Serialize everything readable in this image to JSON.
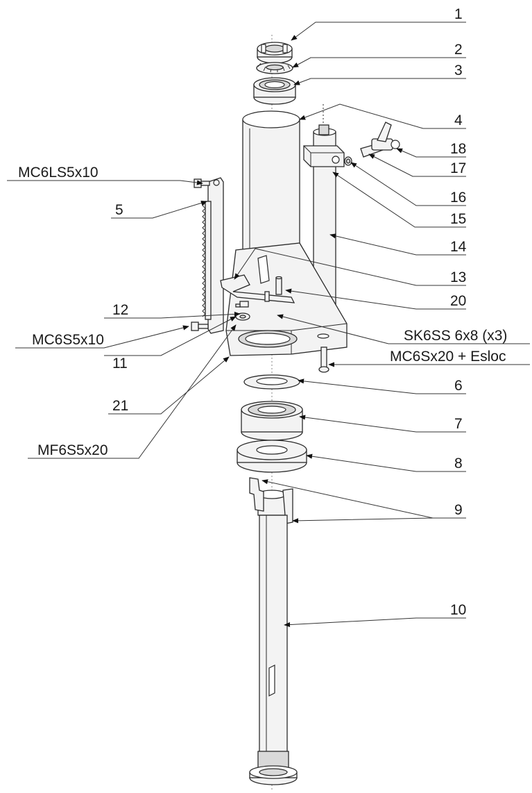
{
  "diagram": {
    "labels": {
      "l1": "1",
      "l2": "2",
      "l3": "3",
      "l4": "4",
      "l5": "5",
      "l6": "6",
      "l7": "7",
      "l8": "8",
      "l9": "9",
      "l10": "10",
      "l11": "11",
      "l12": "12",
      "l13": "13",
      "l14": "14",
      "l15": "15",
      "l16": "16",
      "l17": "17",
      "l18": "18",
      "l20": "20",
      "l21": "21",
      "mc6ls5x10": "MC6LS5x10",
      "mc6s5x10": "MC6S5x10",
      "mf6s5x20": "MF6S5x20",
      "sk6ss": "SK6SS 6x8 (x3)",
      "mc6sx20": "MC6Sx20 + Esloc"
    }
  }
}
